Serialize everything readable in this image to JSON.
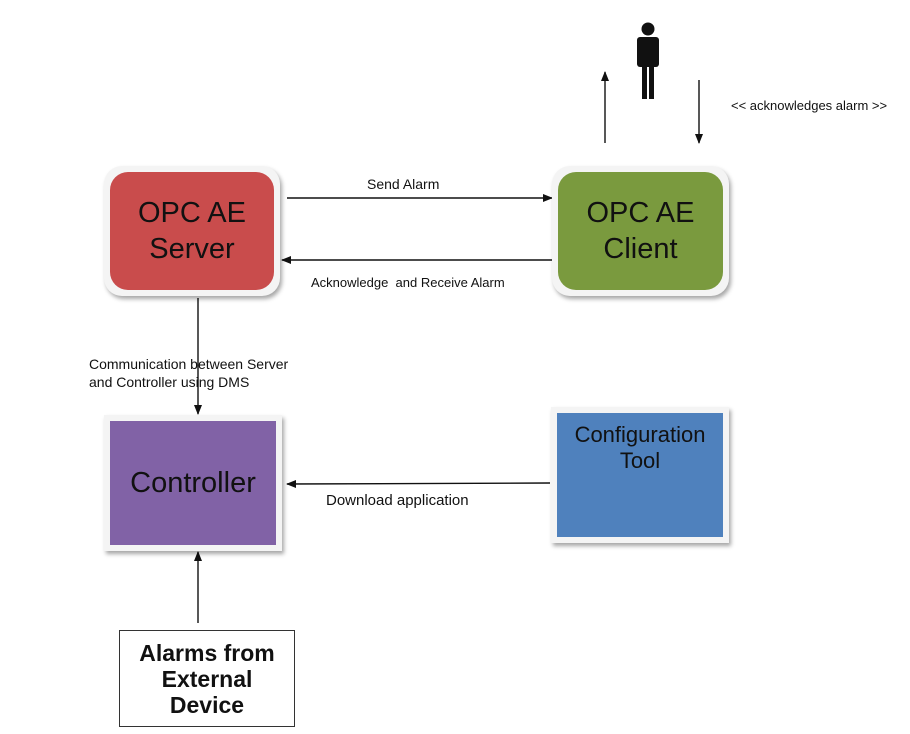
{
  "nodes": {
    "server": "OPC AE\nServer",
    "client": "OPC AE\nClient",
    "controller": "Controller",
    "config": "Configuration\nTool",
    "external": "Alarms from\nExternal\nDevice"
  },
  "edges": {
    "send_alarm": "Send Alarm",
    "ack_receive": "Acknowledge  and Receive Alarm",
    "comm_dms": "Communication between Server\nand Controller using DMS",
    "download": "Download application",
    "user_ack": "<< acknowledges alarm >>"
  },
  "colors": {
    "server": "#c94c4c",
    "client": "#7a9a3e",
    "controller": "#8162a6",
    "config": "#4f81bd"
  }
}
